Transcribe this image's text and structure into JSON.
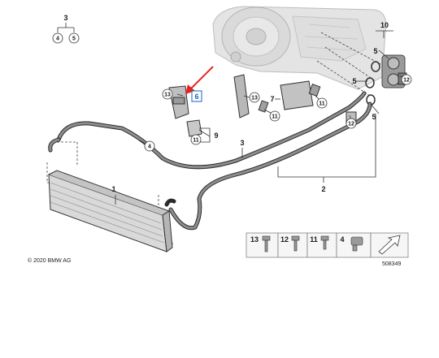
{
  "labels": {
    "p1": "1",
    "p2": "2",
    "p3": "3",
    "p3_top": "3",
    "p4": "4",
    "p5a": "5",
    "p5b": "5",
    "p5c": "5",
    "p6": "6",
    "p7": "7",
    "p9": "9",
    "p10": "10",
    "p11a": "11",
    "p11b": "11",
    "p11c": "11",
    "p12a": "12",
    "p12b": "12",
    "p13a": "13",
    "p13b": "13"
  },
  "legend_top": {
    "parent": "3",
    "children": [
      "4",
      "5"
    ]
  },
  "parts_table": {
    "items": [
      "13",
      "12",
      "11",
      "4"
    ]
  },
  "copyright": "© 2020 BMW AG",
  "diagram_number": "508349",
  "colors": {
    "highlight": "#1565c0",
    "arrow": "#e52421",
    "line": "#2b2b2b",
    "hose": "#555555"
  }
}
